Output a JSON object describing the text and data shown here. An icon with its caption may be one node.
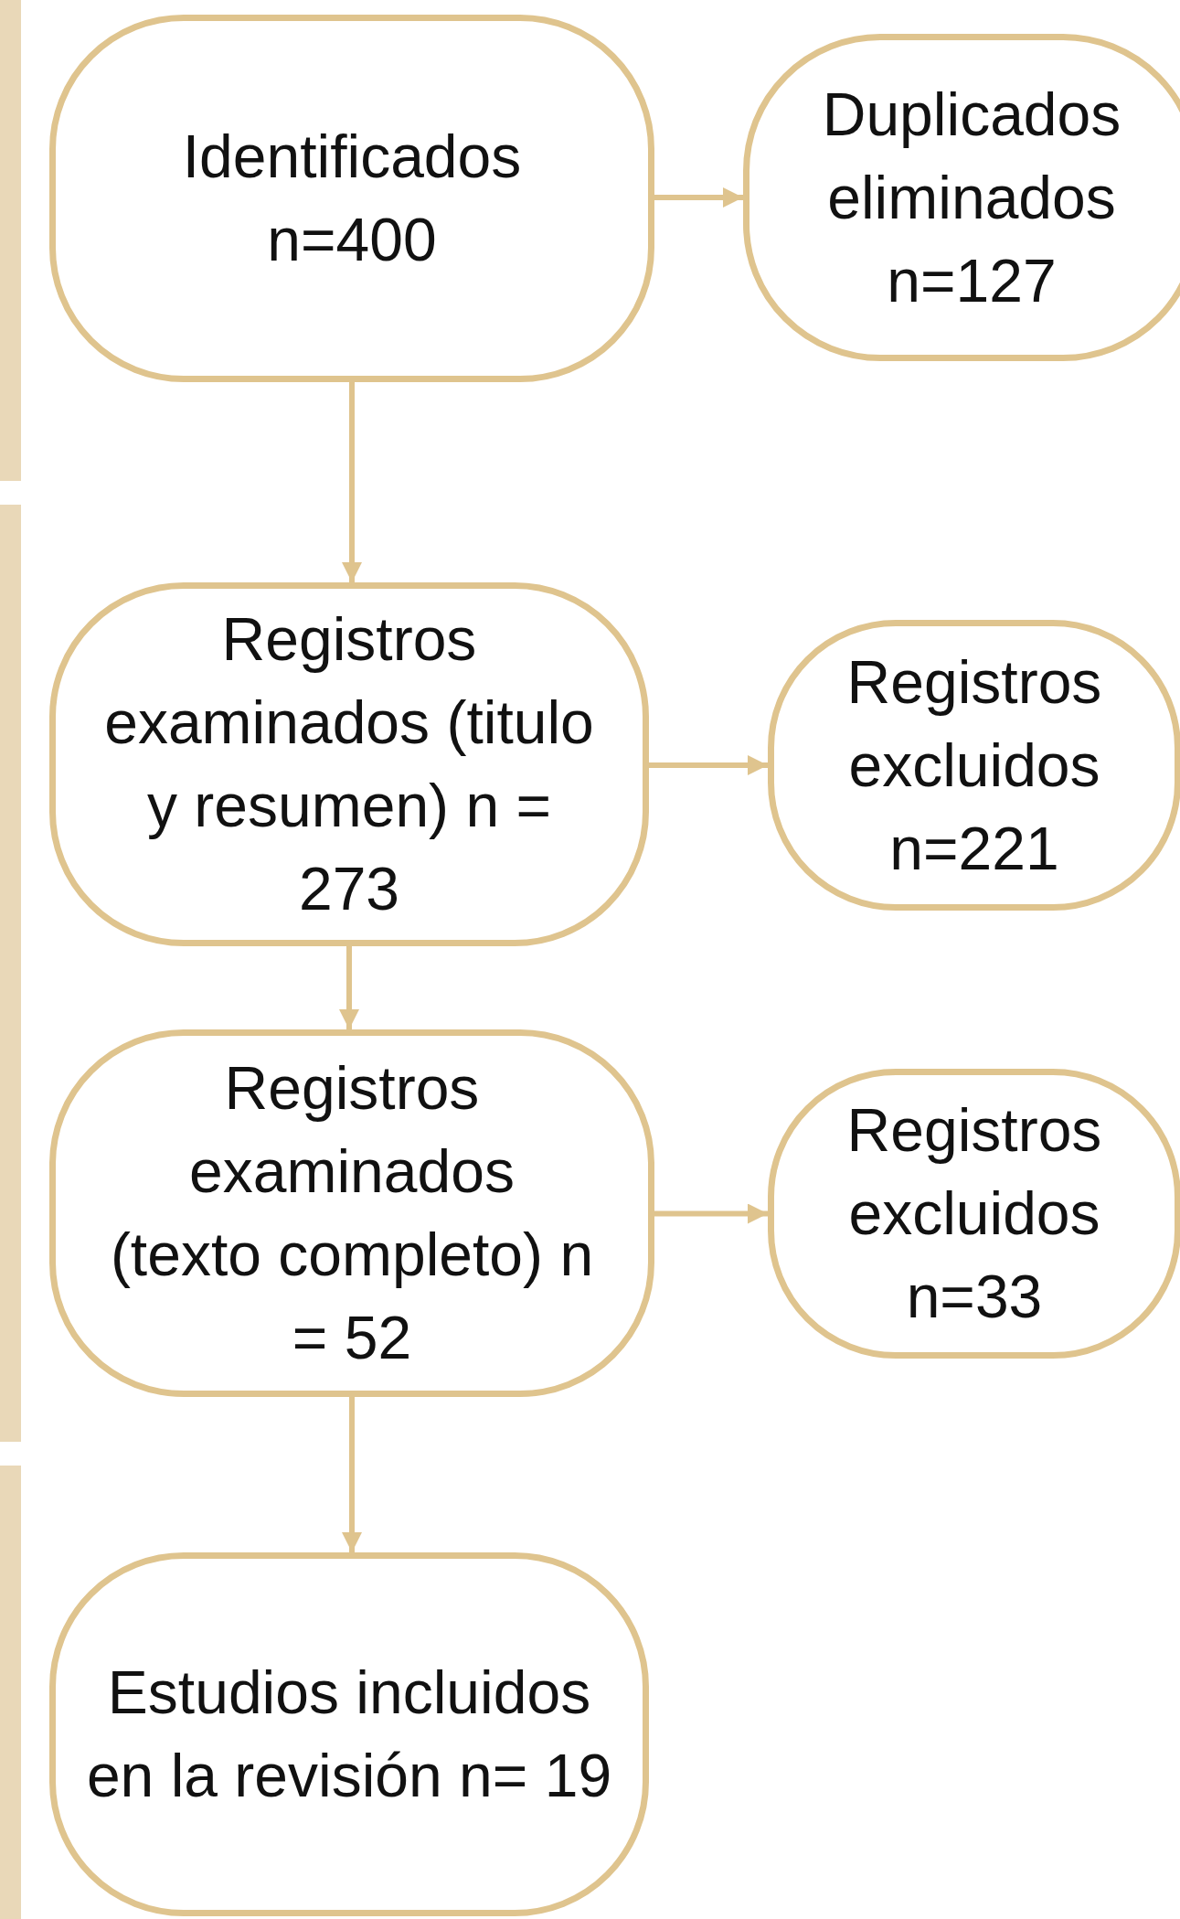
{
  "diagram": {
    "nodes": [
      {
        "text": [],
        "shape": "bar"
      },
      {
        "text": [],
        "shape": "bar"
      },
      {
        "text": [],
        "shape": "bar"
      },
      {
        "text": [
          "Identificados n=400"
        ]
      },
      {
        "text": [
          "Duplicados eliminados n=127"
        ]
      },
      {
        "text": [
          "Registros examinados (titulo y resumen) n = 273"
        ]
      },
      {
        "text": [
          "Registros excluidos n=221"
        ]
      },
      {
        "text": [
          "Registros examinados (texto completo) n = 52"
        ]
      },
      {
        "text": [
          "Registros excluidos n=33"
        ]
      },
      {
        "text": [
          "Estudios incluidos en la revisión n= 19"
        ]
      }
    ],
    "edges": [
      {
        "from": 3,
        "to": 4,
        "arrow": "to"
      },
      {
        "from": 3,
        "to": 5,
        "arrow": "to"
      },
      {
        "from": 5,
        "to": 6,
        "arrow": "to"
      },
      {
        "from": 5,
        "to": 7,
        "arrow": "to"
      },
      {
        "from": 7,
        "to": 8,
        "arrow": "to"
      },
      {
        "from": 7,
        "to": 9,
        "arrow": "to"
      }
    ]
  }
}
